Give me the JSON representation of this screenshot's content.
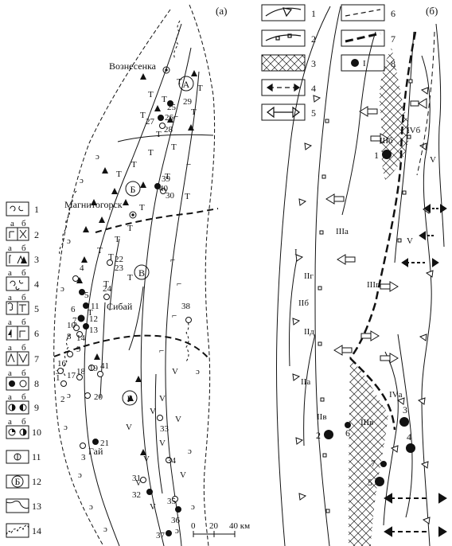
{
  "panel_a": {
    "label": "(а)",
    "towns": {
      "voznesenka": "Вознесенка",
      "magnitogorsk": "Магнитогорск",
      "sibai": "Сибай",
      "gai": "Гай"
    },
    "zones": [
      "А",
      "Б",
      "В",
      "Г"
    ],
    "deposit_numbers": [
      "1",
      "2",
      "3",
      "4",
      "5",
      "6",
      "7",
      "8",
      "9",
      "10",
      "11",
      "12",
      "13",
      "14",
      "16",
      "17",
      "18",
      "19",
      "20",
      "21",
      "22",
      "23",
      "24",
      "25",
      "26",
      "27",
      "28",
      "29",
      "30",
      "31",
      "32",
      "33",
      "34",
      "35",
      "36",
      "37",
      "38",
      "39",
      "40",
      "41"
    ],
    "scale": {
      "zero": "0",
      "mid": "20",
      "end": "40 км"
    }
  },
  "legend_a": {
    "numbers": [
      "1",
      "2",
      "3",
      "4",
      "5",
      "6",
      "7",
      "8",
      "9",
      "10",
      "11",
      "12",
      "13",
      "14"
    ],
    "sub_a": "а",
    "sub_b": "б",
    "item13_letter": "Б"
  },
  "panel_b": {
    "label": "(б)",
    "legend_numbers": [
      "1",
      "2",
      "3",
      "4",
      "5",
      "6",
      "7",
      "8"
    ],
    "legend8_label": "I",
    "zones": [
      "I",
      "IIа",
      "IIб",
      "IIв",
      "IIг",
      "IIд",
      "IIIа",
      "IIIб",
      "IIIв",
      "IIIг",
      "IVа",
      "IVб",
      "V",
      "V"
    ],
    "deposits": [
      "1",
      "2",
      "3",
      "4",
      "5",
      "6",
      "7"
    ]
  }
}
